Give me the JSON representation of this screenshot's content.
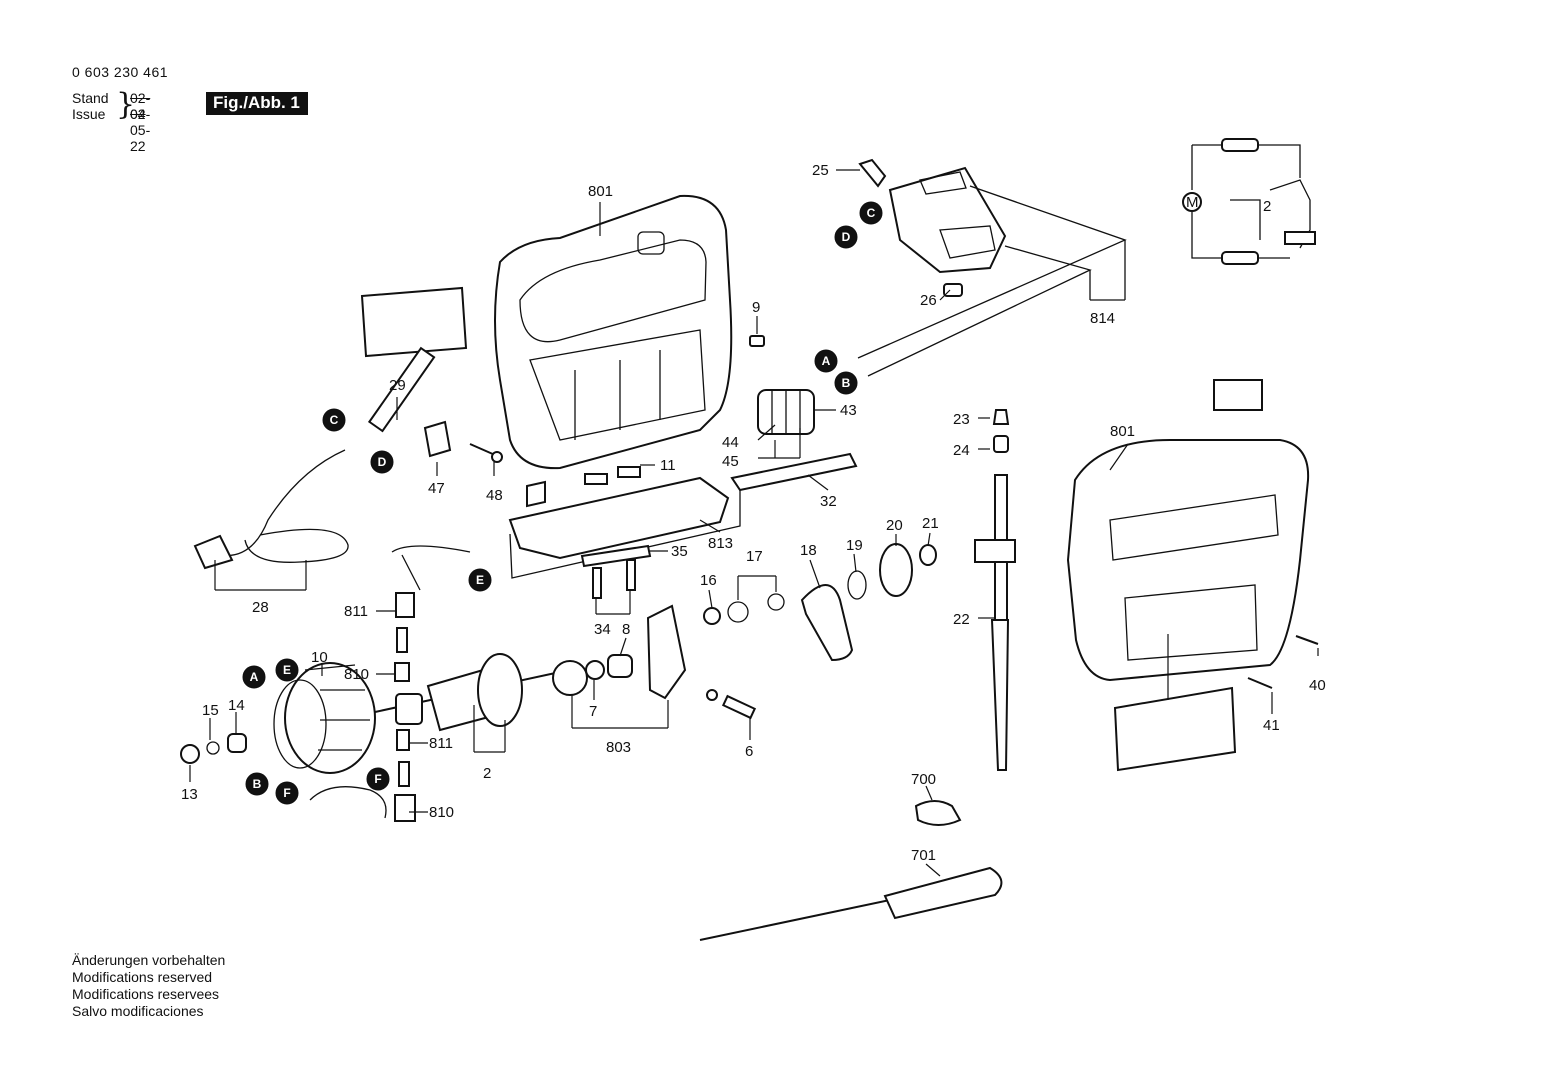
{
  "header": {
    "part_number": "0 603 230 461",
    "stand_label": "Stand",
    "issue_label": "Issue",
    "stand_value": "02-04",
    "issue_value": "02-05-22",
    "figure_label": "Fig./Abb. 1"
  },
  "footer": {
    "lines": [
      "Änderungen vorbehalten",
      "Modifications reserved",
      "Modifications reservees",
      "Salvo modificaciones"
    ]
  },
  "part_labels": [
    "801",
    "25",
    "9",
    "26",
    "814",
    "29",
    "47",
    "48",
    "43",
    "44",
    "45",
    "11",
    "32",
    "23",
    "24",
    "813",
    "35",
    "28",
    "811",
    "810",
    "10",
    "15",
    "14",
    "13",
    "811",
    "810",
    "2",
    "16",
    "17",
    "18",
    "19",
    "20",
    "21",
    "34",
    "8",
    "7",
    "803",
    "6",
    "22",
    "801",
    "40",
    "41",
    "700",
    "701"
  ],
  "connection_markers": [
    "C",
    "D",
    "A",
    "B",
    "C",
    "D",
    "E",
    "A",
    "E",
    "B",
    "F",
    "F"
  ],
  "circuit_labels": [
    "M",
    "2"
  ]
}
